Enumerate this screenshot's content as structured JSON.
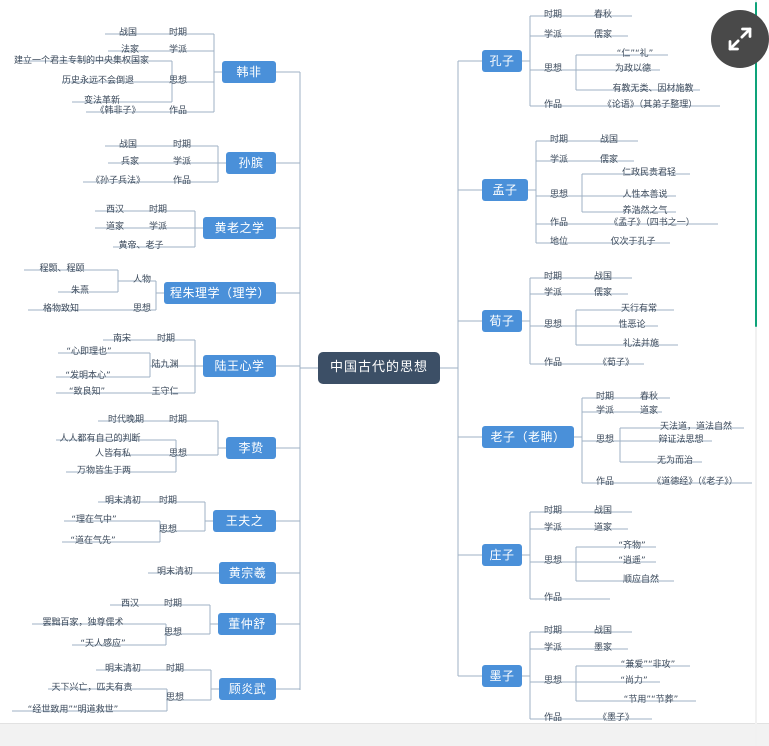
{
  "root": {
    "label": "中国古代的思想"
  },
  "toolbar": {
    "fullscreen_icon": "expand-arrows-icon",
    "fullscreen_label": "全屏"
  },
  "scrollbar": {
    "accent_color": "#0ea37a",
    "track_color": "#f1f1f1"
  },
  "colors": {
    "root_bg": "#3c4f66",
    "branch_bg": "#4a90d9",
    "leaf_text": "#3d4b5c",
    "wire": "#9fb2c4",
    "page_bg": "#ffffff",
    "footer_bg": "#f2f2f2",
    "fs_button_bg": "#494949"
  },
  "left_branches": [
    {
      "id": "hanfei",
      "label": "韩非",
      "fields": [
        {
          "key": "时期",
          "values": [
            "战国"
          ]
        },
        {
          "key": "学派",
          "values": [
            "法家"
          ]
        },
        {
          "key": "思想",
          "values": [
            "建立一个君主专制的中央集权国家",
            "历史永远不会倒退",
            "变法革新"
          ]
        },
        {
          "key": "作品",
          "values": [
            "《韩非子》"
          ]
        }
      ]
    },
    {
      "id": "sunbin",
      "label": "孙膑",
      "fields": [
        {
          "key": "时期",
          "values": [
            "战国"
          ]
        },
        {
          "key": "学派",
          "values": [
            "兵家"
          ]
        },
        {
          "key": "作品",
          "values": [
            "《孙子兵法》"
          ]
        }
      ]
    },
    {
      "id": "huanglao",
      "label": "黄老之学",
      "fields": [
        {
          "key": "时期",
          "values": [
            "西汉"
          ]
        },
        {
          "key": "学派",
          "values": [
            "道家",
            "黄帝、老子"
          ]
        }
      ]
    },
    {
      "id": "chengzhu",
      "label": "程朱理学（理学）",
      "fields": [
        {
          "key": "人物",
          "values": [
            "程颢、程颐",
            "朱熹"
          ]
        },
        {
          "key": "思想",
          "values": [
            "格物致知"
          ]
        }
      ]
    },
    {
      "id": "luwang",
      "label": "陆王心学",
      "fields": [
        {
          "key": "时期",
          "values": [
            "南宋"
          ]
        },
        {
          "key": "陆九渊",
          "values": [
            "“心即理也”",
            "“发明本心”"
          ]
        },
        {
          "key": "王守仁",
          "values": [
            "“致良知”"
          ]
        }
      ]
    },
    {
      "id": "lizhi",
      "label": "李贽",
      "fields": [
        {
          "key": "时期",
          "values": [
            "时代晚期"
          ]
        },
        {
          "key": "思想",
          "values": [
            "人人都有自己的判断",
            "人皆有私",
            "万物皆生于两"
          ]
        }
      ]
    },
    {
      "id": "wangfuzhi",
      "label": "王夫之",
      "fields": [
        {
          "key": "时期",
          "values": [
            "明末清初"
          ]
        },
        {
          "key": "思想",
          "values": [
            "“理在气中”",
            "“道在气先”"
          ]
        }
      ]
    },
    {
      "id": "huangzongxi",
      "label": "黄宗羲",
      "fields": [
        {
          "key": "时期",
          "values": [
            "明末清初"
          ]
        }
      ]
    },
    {
      "id": "dongzhongshu",
      "label": "董仲舒",
      "fields": [
        {
          "key": "时期",
          "values": [
            "西汉"
          ]
        },
        {
          "key": "思想",
          "values": [
            "罢黜百家，独尊儒术",
            "“天人感应”"
          ]
        }
      ]
    },
    {
      "id": "guyanwu",
      "label": "顾炎武",
      "fields": [
        {
          "key": "时期",
          "values": [
            "明末清初"
          ]
        },
        {
          "key": "思想",
          "values": [
            "天下兴亡，匹夫有责",
            "“经世致用”“明道救世”"
          ]
        }
      ]
    }
  ],
  "right_branches": [
    {
      "id": "kongzi",
      "label": "孔子",
      "fields": [
        {
          "key": "时期",
          "values": [
            "春秋"
          ]
        },
        {
          "key": "学派",
          "values": [
            "儒家"
          ]
        },
        {
          "key": "思想",
          "values": [
            "“仁”“礼”",
            "为政以德",
            "有教无类、因材施教"
          ]
        },
        {
          "key": "作品",
          "values": [
            "《论语》（其弟子整理）"
          ]
        }
      ]
    },
    {
      "id": "mengzi",
      "label": "孟子",
      "fields": [
        {
          "key": "时期",
          "values": [
            "战国"
          ]
        },
        {
          "key": "学派",
          "values": [
            "儒家"
          ]
        },
        {
          "key": "思想",
          "values": [
            "仁政民贵君轻",
            "人性本善说",
            "养浩然之气"
          ]
        },
        {
          "key": "作品",
          "values": [
            "《孟子》（四书之一）"
          ]
        },
        {
          "key": "地位",
          "values": [
            "仅次于孔子"
          ]
        }
      ]
    },
    {
      "id": "xunzi",
      "label": "荀子",
      "fields": [
        {
          "key": "时期",
          "values": [
            "战国"
          ]
        },
        {
          "key": "学派",
          "values": [
            "儒家"
          ]
        },
        {
          "key": "思想",
          "values": [
            "天行有常",
            "性恶论",
            "礼法并施"
          ]
        },
        {
          "key": "作品",
          "values": [
            "《荀子》"
          ]
        }
      ]
    },
    {
      "id": "laozi",
      "label": "老子（老聃）",
      "fields": [
        {
          "key": "时期",
          "values": [
            "春秋"
          ]
        },
        {
          "key": "学派",
          "values": [
            "道家"
          ]
        },
        {
          "key": "思想",
          "values": [
            "天法道，道法自然",
            "辩证法思想",
            "无为而治"
          ]
        },
        {
          "key": "作品",
          "values": [
            "《道德经》（《老子》）"
          ]
        }
      ]
    },
    {
      "id": "zhuangzi",
      "label": "庄子",
      "fields": [
        {
          "key": "时期",
          "values": [
            "战国"
          ]
        },
        {
          "key": "学派",
          "values": [
            "道家"
          ]
        },
        {
          "key": "思想",
          "values": [
            "“齐物”",
            "“逍遥”",
            "顺应自然"
          ]
        },
        {
          "key": "作品",
          "values": [
            ""
          ]
        }
      ]
    },
    {
      "id": "mozi",
      "label": "墨子",
      "fields": [
        {
          "key": "时期",
          "values": [
            "战国"
          ]
        },
        {
          "key": "学派",
          "values": [
            "墨家"
          ]
        },
        {
          "key": "思想",
          "values": [
            "“兼爱”“非攻”",
            "“尚力”",
            "“节用”“节葬”"
          ]
        },
        {
          "key": "作品",
          "values": [
            "《墨子》"
          ]
        }
      ]
    }
  ]
}
